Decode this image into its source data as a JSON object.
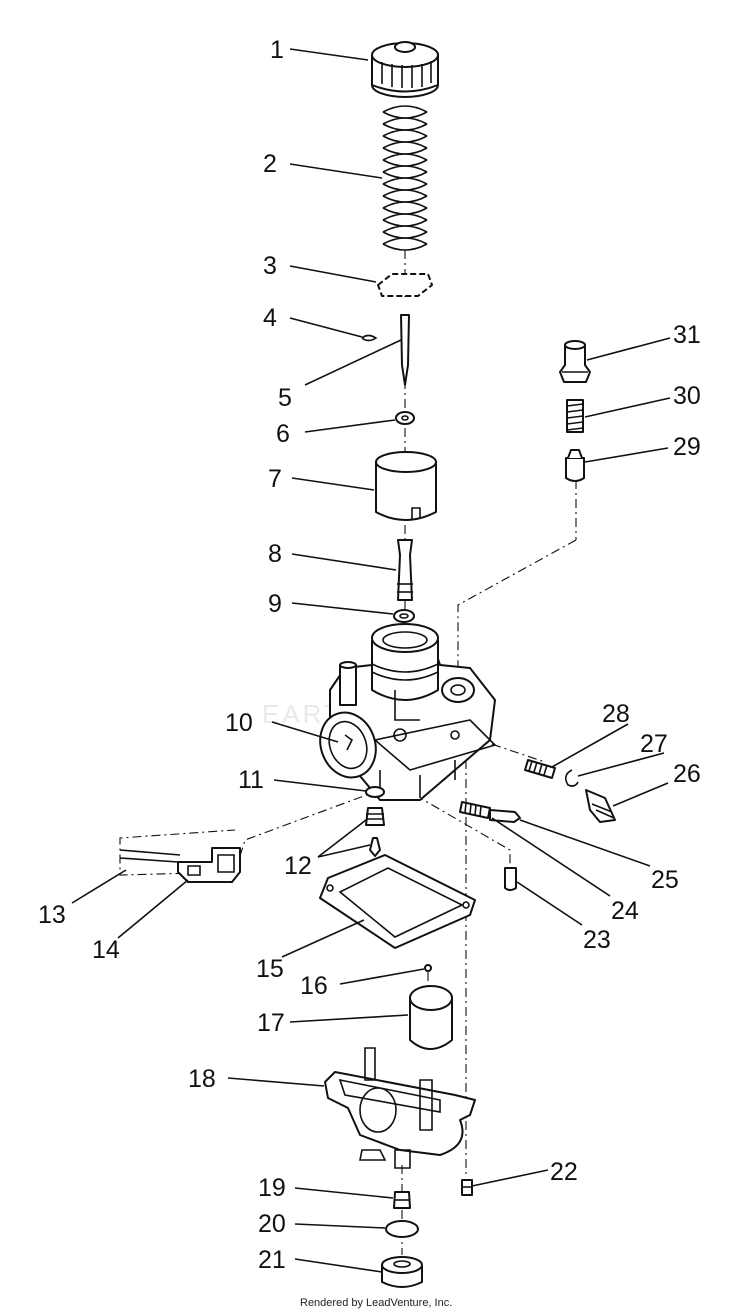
{
  "diagram": {
    "callouts": [
      {
        "id": "1",
        "text": "1"
      },
      {
        "id": "2",
        "text": "2"
      },
      {
        "id": "3",
        "text": "3"
      },
      {
        "id": "4",
        "text": "4"
      },
      {
        "id": "5",
        "text": "5"
      },
      {
        "id": "6",
        "text": "6"
      },
      {
        "id": "7",
        "text": "7"
      },
      {
        "id": "8",
        "text": "8"
      },
      {
        "id": "9",
        "text": "9"
      },
      {
        "id": "10",
        "text": "10"
      },
      {
        "id": "11",
        "text": "11"
      },
      {
        "id": "12",
        "text": "12"
      },
      {
        "id": "13",
        "text": "13"
      },
      {
        "id": "14",
        "text": "14"
      },
      {
        "id": "15",
        "text": "15"
      },
      {
        "id": "16",
        "text": "16"
      },
      {
        "id": "17",
        "text": "17"
      },
      {
        "id": "18",
        "text": "18"
      },
      {
        "id": "19",
        "text": "19"
      },
      {
        "id": "20",
        "text": "20"
      },
      {
        "id": "21",
        "text": "21"
      },
      {
        "id": "22",
        "text": "22"
      },
      {
        "id": "23",
        "text": "23"
      },
      {
        "id": "24",
        "text": "24"
      },
      {
        "id": "25",
        "text": "25"
      },
      {
        "id": "26",
        "text": "26"
      },
      {
        "id": "27",
        "text": "27"
      },
      {
        "id": "28",
        "text": "28"
      },
      {
        "id": "29",
        "text": "29"
      },
      {
        "id": "30",
        "text": "30"
      },
      {
        "id": "31",
        "text": "31"
      }
    ],
    "watermark": "EARTHSHORE",
    "footer": "Rendered by LeadVenture, Inc."
  }
}
